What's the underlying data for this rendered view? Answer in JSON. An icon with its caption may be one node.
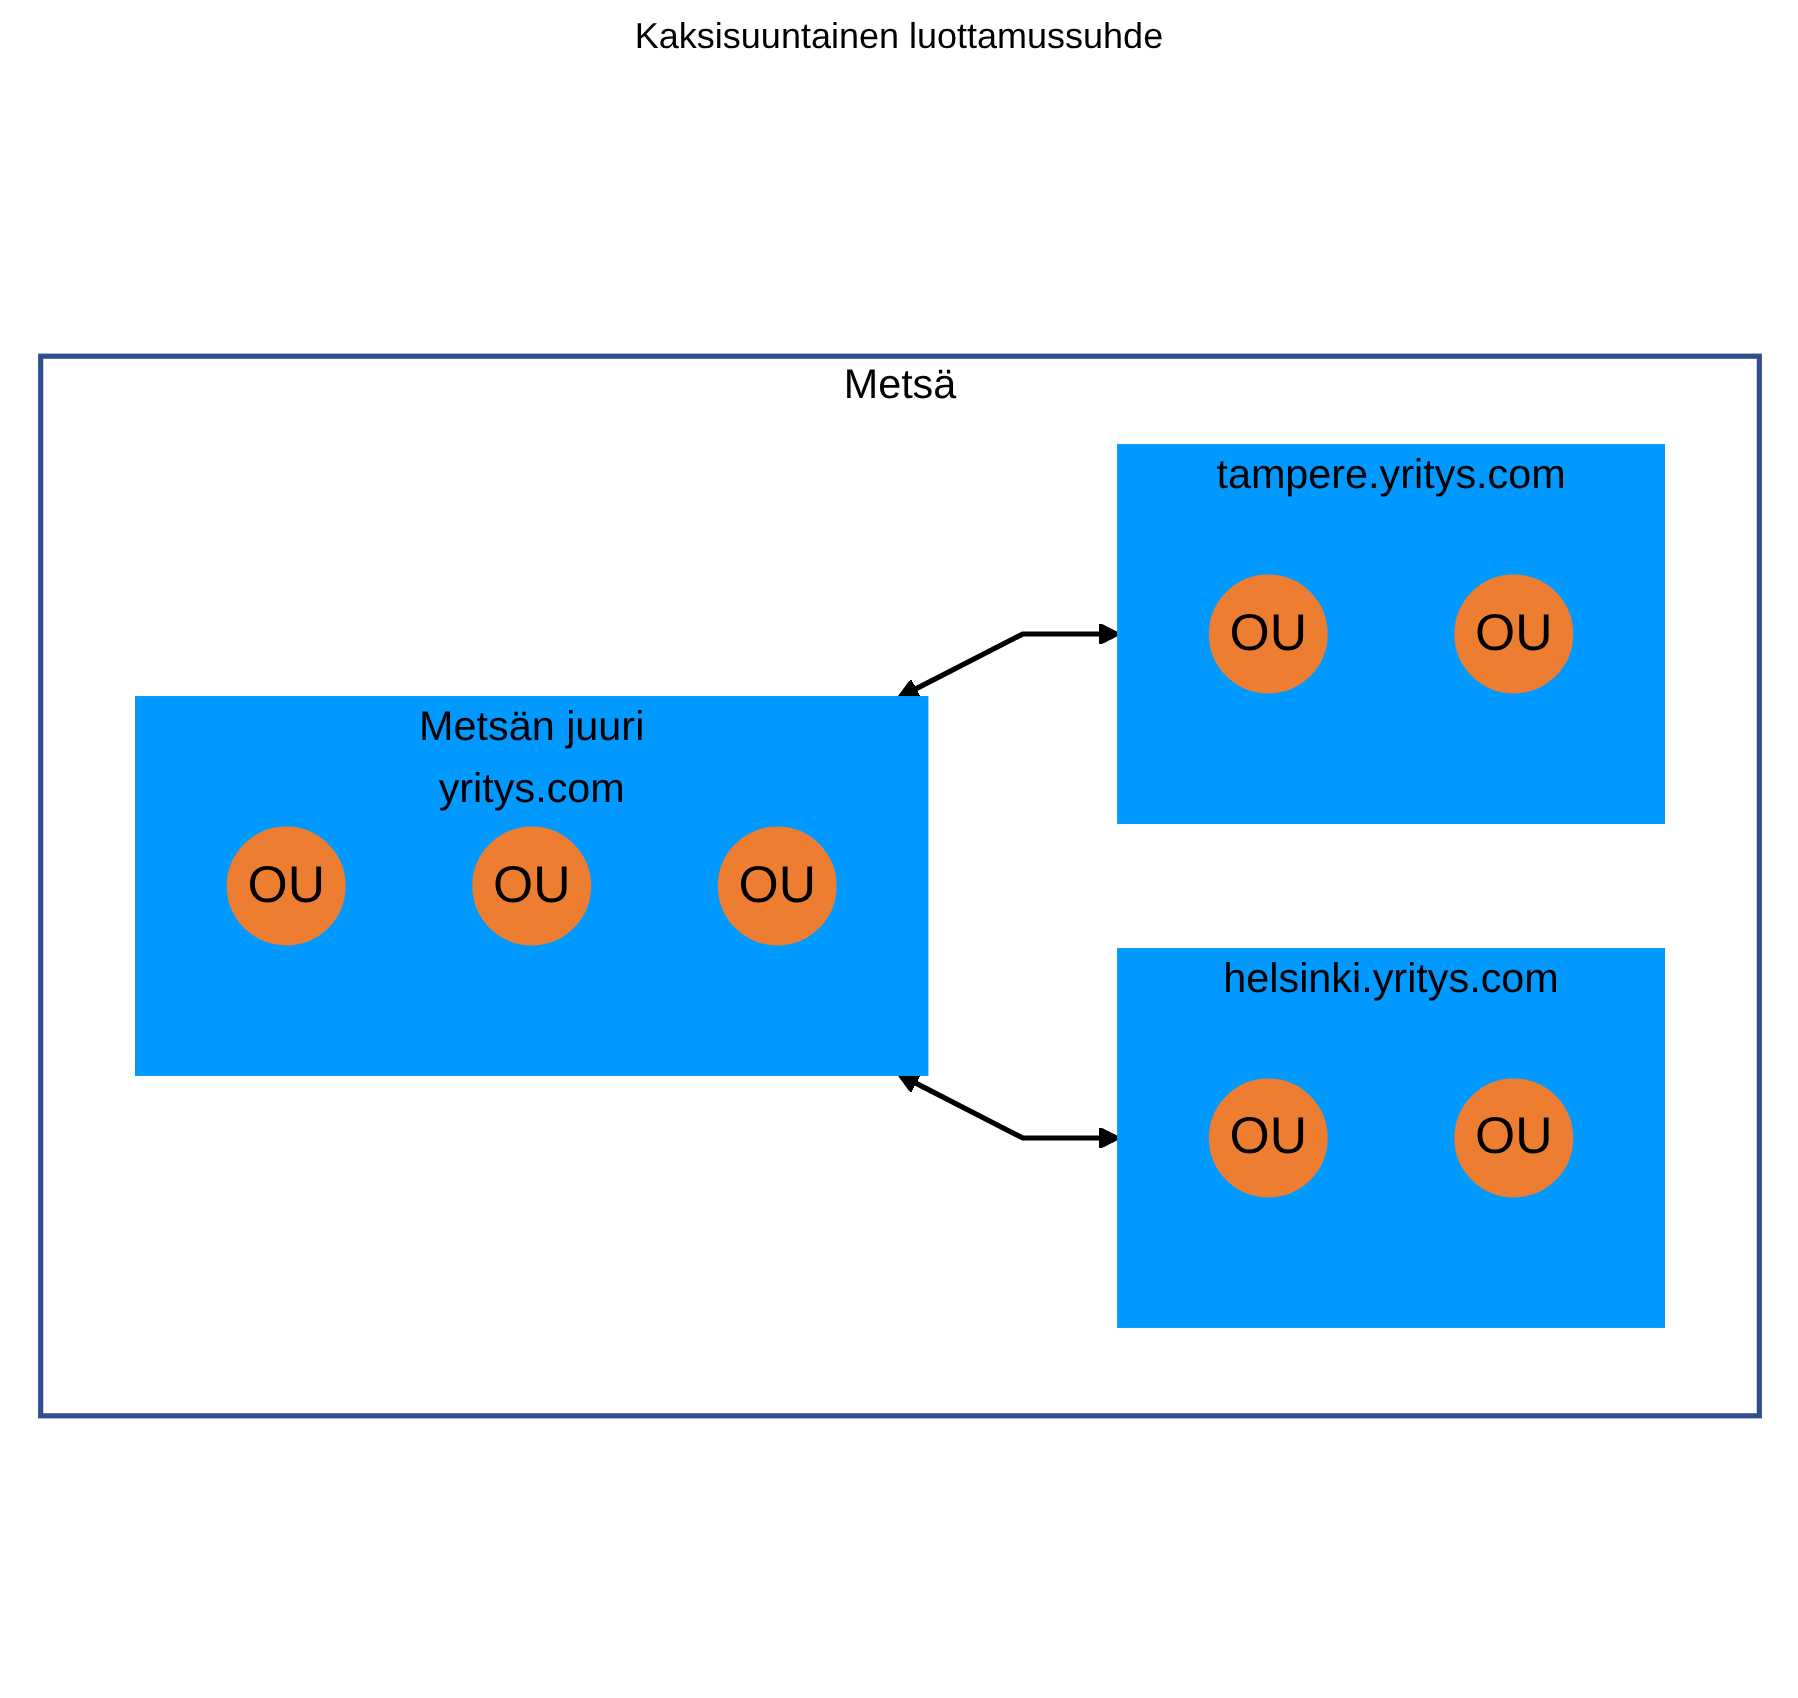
{
  "diagram": {
    "nodes": [
      {
        "text": [
          "Metsä"
        ]
      },
      {
        "text": [
          "Metsän juuri",
          "yritys.com"
        ],
        "in": 0
      },
      {
        "text": [
          "OU"
        ],
        "in": 1
      },
      {
        "text": [
          "OU"
        ],
        "in": 1
      },
      {
        "text": [
          "OU"
        ],
        "in": 1
      },
      {
        "text": [
          "helsinki.yritys.com"
        ],
        "in": 0
      },
      {
        "text": [
          "OU"
        ],
        "in": 5
      },
      {
        "text": [
          "OU"
        ],
        "in": 5
      },
      {
        "text": [
          "tampere.yritys.com"
        ],
        "in": 0
      },
      {
        "text": [
          "OU"
        ],
        "in": 8
      },
      {
        "text": [
          "OU"
        ],
        "in": 8
      }
    ],
    "edges": [
      {
        "from": 1,
        "to": 5,
        "arrow": "both"
      },
      {
        "from": 1,
        "to": 8,
        "arrow": "both"
      }
    ],
    "labels": [
      "Kaksisuuntainen luottamussuhde"
    ]
  }
}
